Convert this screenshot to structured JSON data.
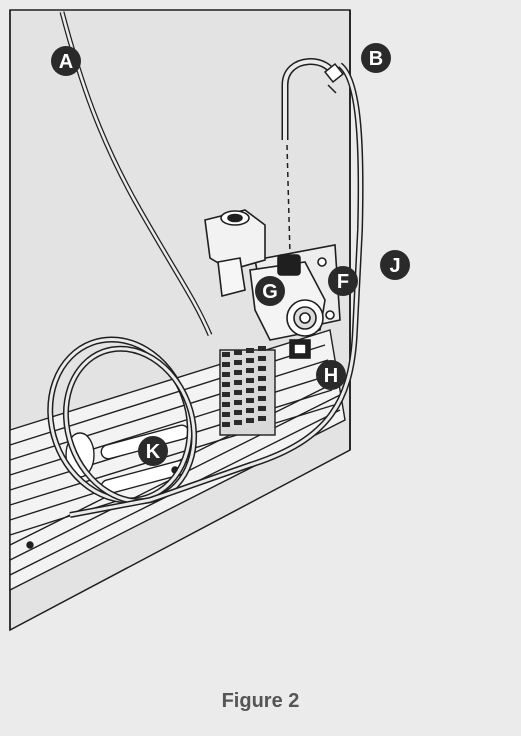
{
  "figure": {
    "caption": "Figure 2"
  },
  "callouts": [
    {
      "id": "A",
      "label": "A"
    },
    {
      "id": "B",
      "label": "B"
    },
    {
      "id": "J",
      "label": "J"
    },
    {
      "id": "F",
      "label": "F"
    },
    {
      "id": "G",
      "label": "G"
    },
    {
      "id": "H",
      "label": "H"
    },
    {
      "id": "K",
      "label": "K"
    }
  ],
  "colors": {
    "background": "#ebebeb",
    "panel": "#e3e3e3",
    "line": "#1f1f1f",
    "callout_fill": "#2a2a2a",
    "callout_text": "#ffffff",
    "caption_text": "#555555"
  }
}
